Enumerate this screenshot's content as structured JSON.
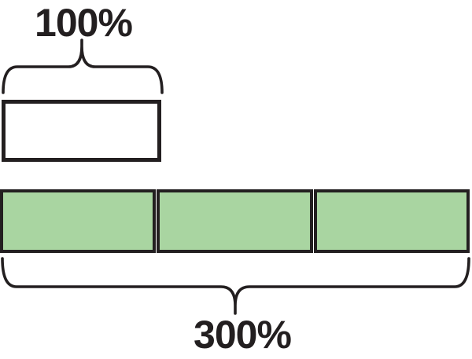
{
  "figure": {
    "type": "percent-tape-diagram",
    "top_bar": {
      "label": "100%",
      "value_percent": 100,
      "segments": 1,
      "fill": "white"
    },
    "bottom_bar": {
      "label": "300%",
      "value_percent": 300,
      "segments": 3,
      "fill": "green"
    },
    "colors": {
      "line": "#231f20",
      "bar_fill_green": "#a9d5a1",
      "bar_fill_white": "#ffffff",
      "background": "#ffffff"
    }
  }
}
